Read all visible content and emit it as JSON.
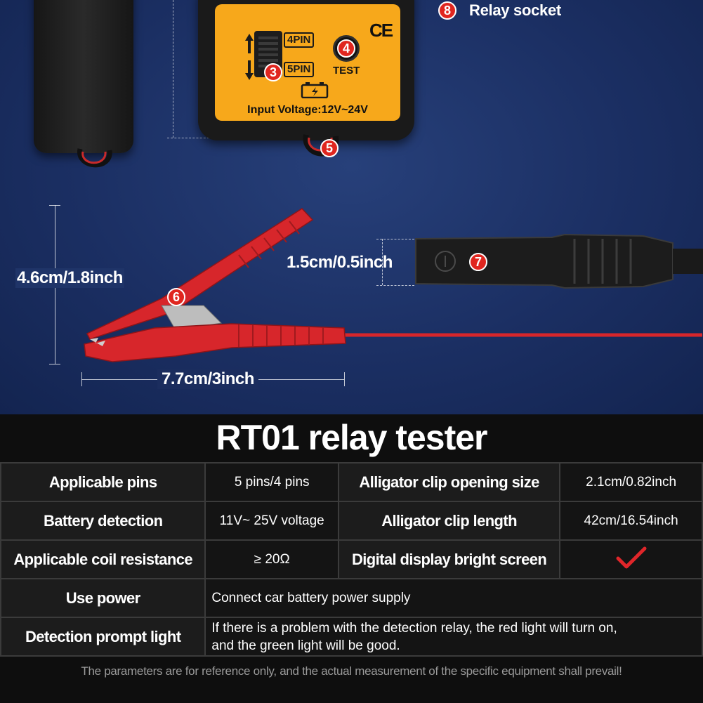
{
  "product_area": {
    "relay_socket_label": "Relay socket",
    "panel": {
      "pin4_label": "4PIN",
      "pin5_label": "5PIN",
      "test_label": "TEST",
      "ce_mark": "CE",
      "input_voltage": "Input Voltage:12V~24V"
    },
    "dimensions": {
      "clip_height": "4.6cm/1.8inch",
      "clip_length": "7.7cm/3inch",
      "probe_height": "1.5cm/0.5inch"
    },
    "badges": {
      "b3": "3",
      "b4": "4",
      "b5": "5",
      "b6": "6",
      "b7": "7",
      "b8": "8"
    }
  },
  "spec_table": {
    "title": "RT01 relay tester",
    "rows": [
      {
        "label1": "Applicable pins",
        "value1": "5 pins/4 pins",
        "label2": "Alligator clip opening size",
        "value2": "2.1cm/0.82inch"
      },
      {
        "label1": "Battery detection",
        "value1": "11V~ 25V voltage",
        "label2": "Alligator clip length",
        "value2": "42cm/16.54inch"
      },
      {
        "label1": "Applicable coil resistance",
        "value1": "≥ 20Ω",
        "label2": "Digital display bright screen",
        "value2_icon": "checkmark-icon"
      }
    ],
    "use_power": {
      "label": "Use power",
      "value": "Connect car battery power supply"
    },
    "detection_light": {
      "label": "Detection prompt light",
      "value_line1": "If there is a problem with the detection relay, the red light will turn on,",
      "value_line2": "and the green light will be good."
    },
    "footnote": "The parameters are for reference only, and the actual measurement of the specific equipment shall prevail!"
  },
  "colors": {
    "background_blue": "#1b2f63",
    "panel_orange": "#f7a81b",
    "badge_red": "#e0261f",
    "clip_red": "#d7262b",
    "check_red": "#e0262a",
    "table_bg": "#0e0e0e"
  }
}
